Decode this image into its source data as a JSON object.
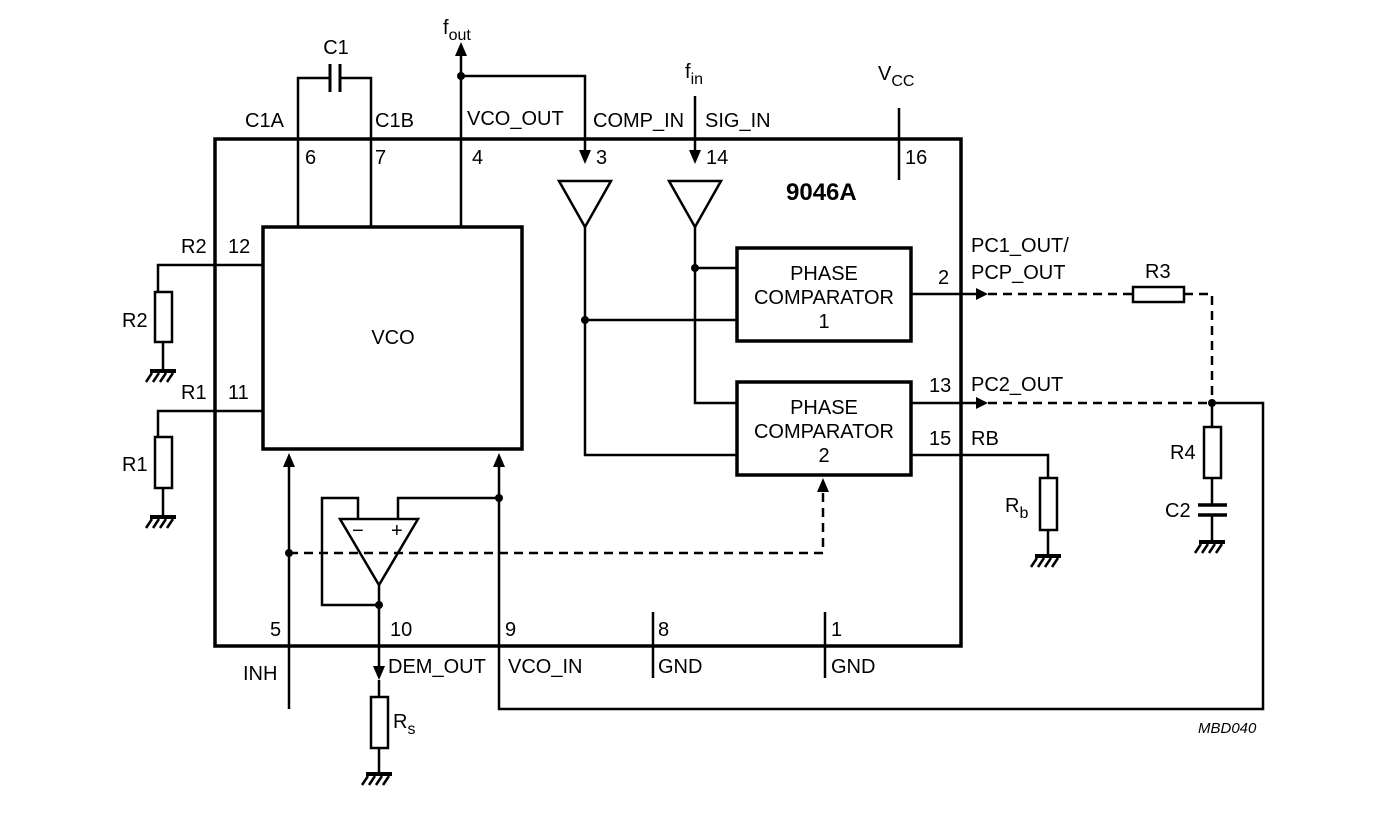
{
  "chip": {
    "name": "9046A"
  },
  "blocks": {
    "vco": "VCO",
    "pc1": [
      "PHASE",
      "COMPARATOR",
      "1"
    ],
    "pc2": [
      "PHASE",
      "COMPARATOR",
      "2"
    ]
  },
  "pins": {
    "p6": "6",
    "p7": "7",
    "p4": "4",
    "p3": "3",
    "p14": "14",
    "p16": "16",
    "p12": "12",
    "p11": "11",
    "p2": "2",
    "p13": "13",
    "p15": "15",
    "p5": "5",
    "p10": "10",
    "p9": "9",
    "p8": "8",
    "p1": "1"
  },
  "signals": {
    "c1a": "C1A",
    "c1b": "C1B",
    "vco_out": "VCO_OUT",
    "comp_in": "COMP_IN",
    "sig_in": "SIG_IN",
    "pc1_out": "PC1_OUT/",
    "pcp_out": "PCP_OUT",
    "pc2_out": "PC2_OUT",
    "rb": "RB",
    "inh": "INH",
    "dem_out": "DEM_OUT",
    "vco_in": "VCO_IN",
    "gnd1": "GND",
    "gnd2": "GND",
    "r2": "R2",
    "r1": "R1"
  },
  "components": {
    "c1": "C1",
    "r2": "R2",
    "r1": "R1",
    "r3": "R3",
    "r4": "R4",
    "c2": "C2",
    "rb_main": "R",
    "rb_sub": "b",
    "rs_main": "R",
    "rs_sub": "s"
  },
  "external": {
    "fout_main": "f",
    "fout_sub": "out",
    "fin_main": "f",
    "fin_sub": "in",
    "vcc_main": "V",
    "vcc_sub": "CC"
  },
  "opamp": {
    "minus": "−",
    "plus": "+"
  },
  "figure_id": "MBD040"
}
